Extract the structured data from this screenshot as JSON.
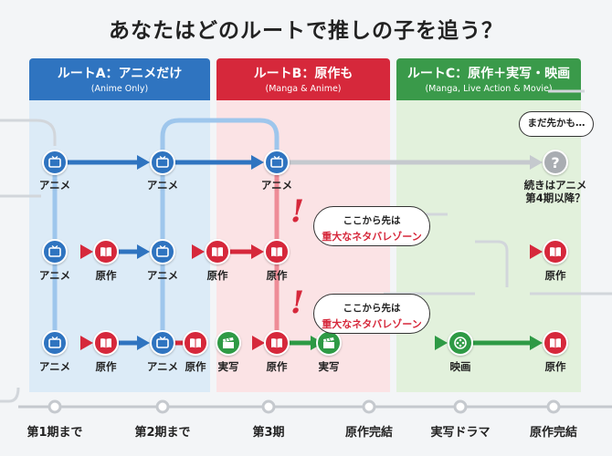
{
  "title": "あなたはどのルートで推しの子を追う？",
  "columns": [
    {
      "title": "ルートA：アニメだけ",
      "subtitle": "(Anime Only)",
      "color": "#2f74c0",
      "bg": "#dcebf7"
    },
    {
      "title": "ルートB：原作も",
      "subtitle": "(Manga & Anime)",
      "color": "#d6283b",
      "bg": "#fbe3e5"
    },
    {
      "title": "ルートC：原作＋実写・映画",
      "subtitle": "(Manga, Live Action & Movie)",
      "color": "#3a9a4a",
      "bg": "#e2f1dc"
    }
  ],
  "node_labels": {
    "anime": "アニメ",
    "manga": "原作",
    "live": "実写",
    "movie": "映画"
  },
  "continue_label_1": "続きはアニメ",
  "continue_label_2": "第4期以降？",
  "bubble_question": "まだ先かも…",
  "callouts": [
    {
      "line1": "ここから先は",
      "line2": "重大なネタバレゾーン"
    },
    {
      "line1": "ここから先は",
      "line2": "重大なネタバレゾーン"
    }
  ],
  "timeline": [
    "第1期まで",
    "第2期まで",
    "第3期",
    "原作完結",
    "実写ドラマ",
    "原作完結"
  ],
  "colors": {
    "blue": "#2f74c0",
    "red": "#d6283b",
    "green": "#2e9a45",
    "gray": "#a9adb2"
  },
  "icons": {
    "anime": "tv-icon",
    "manga": "book-icon",
    "live": "clapperboard-icon",
    "movie": "film-reel-icon",
    "unknown": "question-icon"
  }
}
